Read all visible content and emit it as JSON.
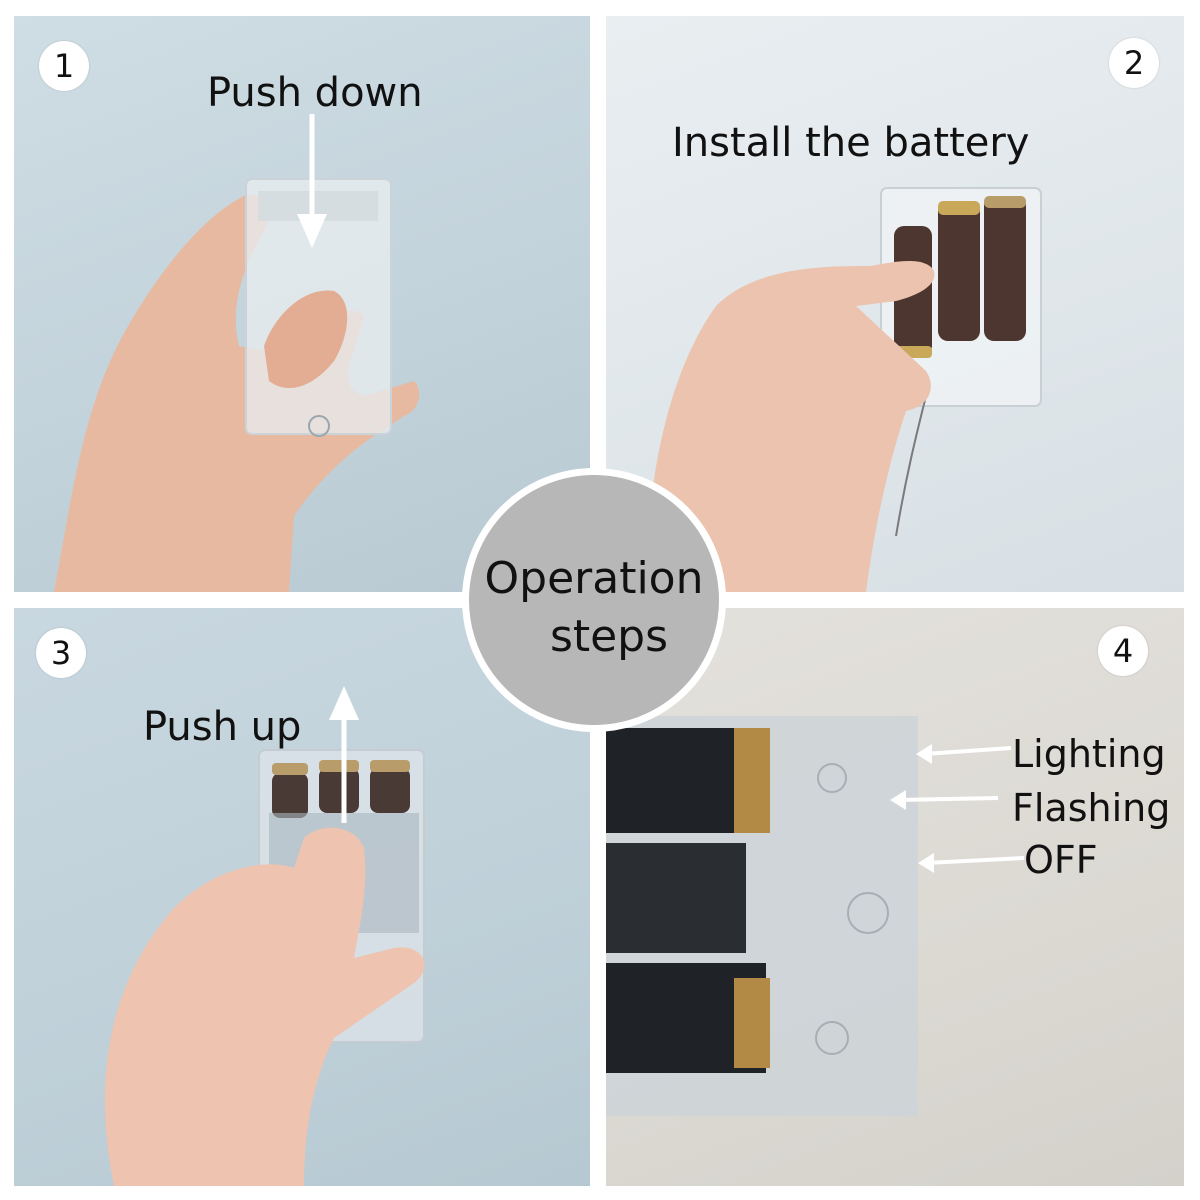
{
  "center": {
    "line1": "Operation",
    "line2": "steps"
  },
  "steps": [
    {
      "number": "1",
      "caption": "Push down"
    },
    {
      "number": "2",
      "caption": "Install the battery"
    },
    {
      "number": "3",
      "caption": "Push up"
    },
    {
      "number": "4",
      "labels": [
        "Lighting",
        "Flashing",
        "OFF"
      ]
    }
  ]
}
